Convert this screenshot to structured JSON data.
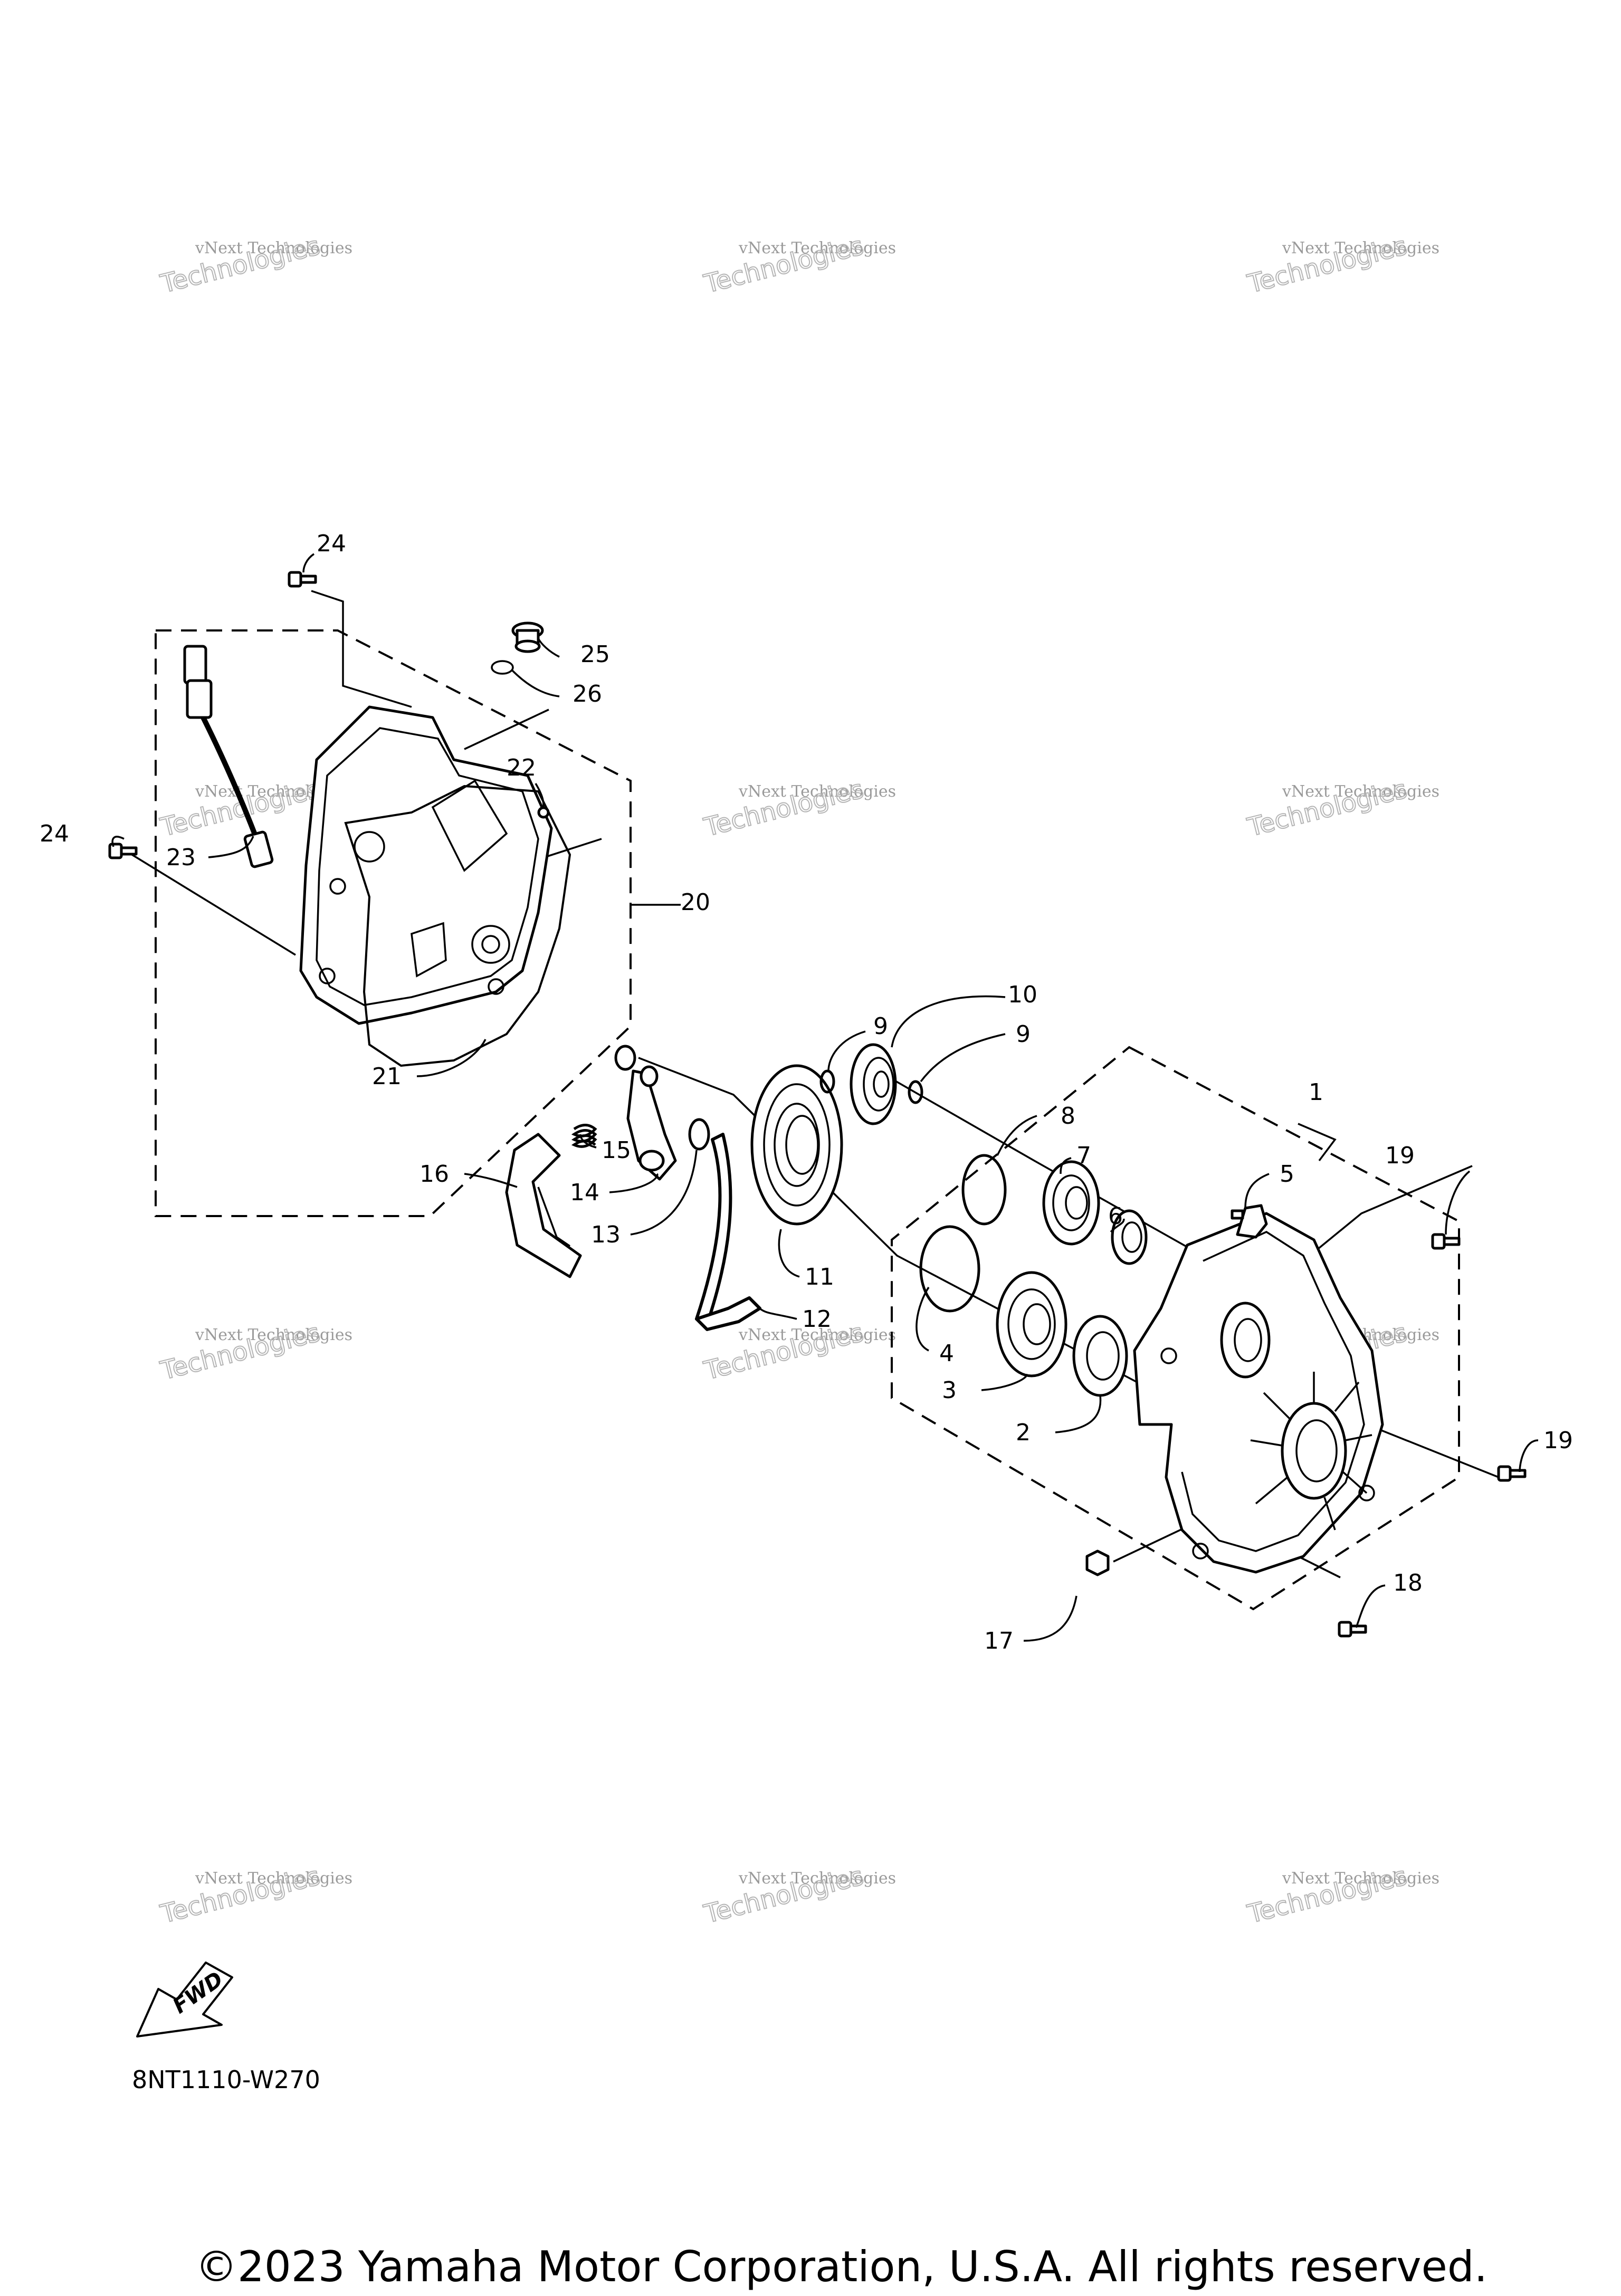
{
  "diagram": {
    "code": "8NT1110-W270",
    "copyright": "©2023 Yamaha Motor Corporation, U.S.A. All rights reserved.",
    "fwd_label": "FWD",
    "watermark": {
      "line1": "vNext Technologies",
      "line2": "Technologies"
    },
    "callouts": [
      {
        "id": "1",
        "label": "1"
      },
      {
        "id": "2",
        "label": "2"
      },
      {
        "id": "3",
        "label": "3"
      },
      {
        "id": "4",
        "label": "4"
      },
      {
        "id": "5",
        "label": "5"
      },
      {
        "id": "6",
        "label": "6"
      },
      {
        "id": "7",
        "label": "7"
      },
      {
        "id": "8",
        "label": "8"
      },
      {
        "id": "9a",
        "label": "9"
      },
      {
        "id": "9b",
        "label": "9"
      },
      {
        "id": "10",
        "label": "10"
      },
      {
        "id": "11",
        "label": "11"
      },
      {
        "id": "12",
        "label": "12"
      },
      {
        "id": "13",
        "label": "13"
      },
      {
        "id": "14",
        "label": "14"
      },
      {
        "id": "15",
        "label": "15"
      },
      {
        "id": "16",
        "label": "16"
      },
      {
        "id": "17",
        "label": "17"
      },
      {
        "id": "18",
        "label": "18"
      },
      {
        "id": "19a",
        "label": "19"
      },
      {
        "id": "19b",
        "label": "19"
      },
      {
        "id": "20",
        "label": "20"
      },
      {
        "id": "21",
        "label": "21"
      },
      {
        "id": "22",
        "label": "22"
      },
      {
        "id": "23",
        "label": "23"
      },
      {
        "id": "24a",
        "label": "24"
      },
      {
        "id": "24b",
        "label": "24"
      },
      {
        "id": "25",
        "label": "25"
      },
      {
        "id": "26",
        "label": "26"
      }
    ]
  }
}
